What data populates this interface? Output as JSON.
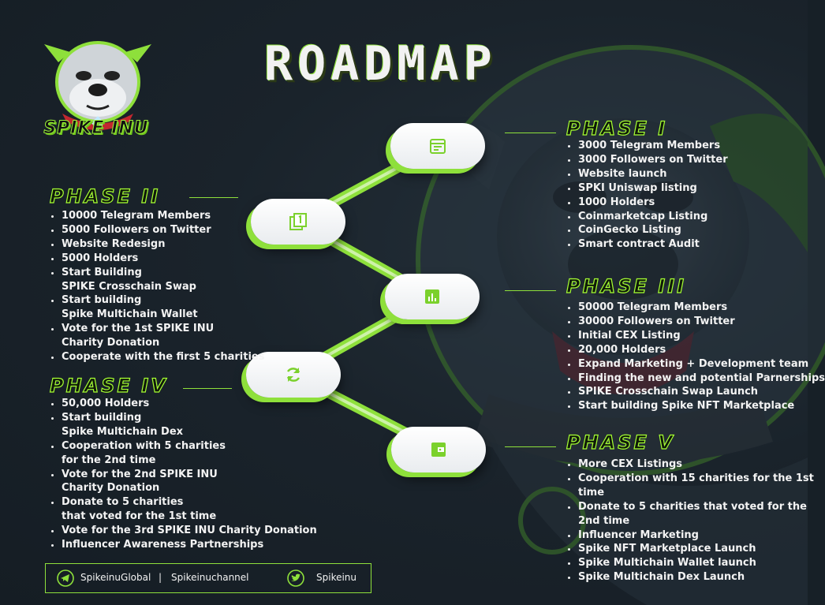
{
  "title": "ROADMAP",
  "brand": {
    "name": "SPIKE INU",
    "accent": "#8ee03b",
    "background": "#172027"
  },
  "phases": [
    {
      "id": "1",
      "title": "PHASE I",
      "items": [
        "3000 Telegram Members",
        "3000 Followers on Twitter",
        "Website launch",
        "SPKI Uniswap listing",
        "1000 Holders",
        "Coinmarketcap Listing",
        "CoinGecko Listing",
        "Smart contract Audit"
      ]
    },
    {
      "id": "2",
      "title": "PHASE II",
      "items": [
        "10000 Telegram Members",
        "5000 Followers on Twitter",
        "Website Redesign",
        "5000 Holders",
        [
          "Start Building",
          "SPIKE Crosschain Swap"
        ],
        [
          "Start building",
          "Spike Multichain Wallet"
        ],
        [
          "Vote for the 1st SPIKE INU",
          "Charity Donation"
        ],
        "Cooperate with the first 5 charities"
      ]
    },
    {
      "id": "3",
      "title": "PHASE III",
      "items": [
        "50000 Telegram Members",
        "30000 Followers on Twitter",
        "Initial CEX Listing",
        "20,000 Holders",
        "Expand Marketing  + Development team",
        "Finding the new and potential Parnerships",
        "SPIKE Crosschain Swap Launch",
        "Start building Spike NFT Marketplace"
      ]
    },
    {
      "id": "4",
      "title": "PHASE IV",
      "items": [
        "50,000 Holders",
        [
          "Start building",
          "Spike Multichain Dex"
        ],
        [
          "Cooperation with 5 charities",
          "for the 2nd time"
        ],
        [
          "Vote for the 2nd SPIKE INU",
          "Charity Donation"
        ],
        [
          "Donate to 5 charities",
          "that voted for the 1st time"
        ],
        "Vote for the 3rd SPIKE INU Charity Donation",
        "Influencer Awareness Partnerships"
      ]
    },
    {
      "id": "5",
      "title": "PHASE V",
      "items": [
        "More CEX Listings",
        [
          "Cooperation with 15 charities for the 1st",
          "time"
        ],
        [
          "Donate to 5 charities that voted for the",
          "2nd time"
        ],
        "Influencer Marketing",
        "Spike NFT Marketplace Launch",
        "Spike Multichain Wallet  launch",
        "Spike Multichain Dex Launch"
      ]
    }
  ],
  "nodes": [
    {
      "phase": "1",
      "icon": "calendar-icon"
    },
    {
      "phase": "2",
      "icon": "copy-one-icon"
    },
    {
      "phase": "3",
      "icon": "bar-chart-icon"
    },
    {
      "phase": "4",
      "icon": "refresh-icon"
    },
    {
      "phase": "5",
      "icon": "wallet-icon"
    }
  ],
  "footer": {
    "telegram_group": "SpikeinuGlobal",
    "separator": "|",
    "telegram_channel": "Spikeinuchannel",
    "twitter": "Spikeinu",
    "icons": [
      "telegram-icon",
      "twitter-icon"
    ]
  }
}
